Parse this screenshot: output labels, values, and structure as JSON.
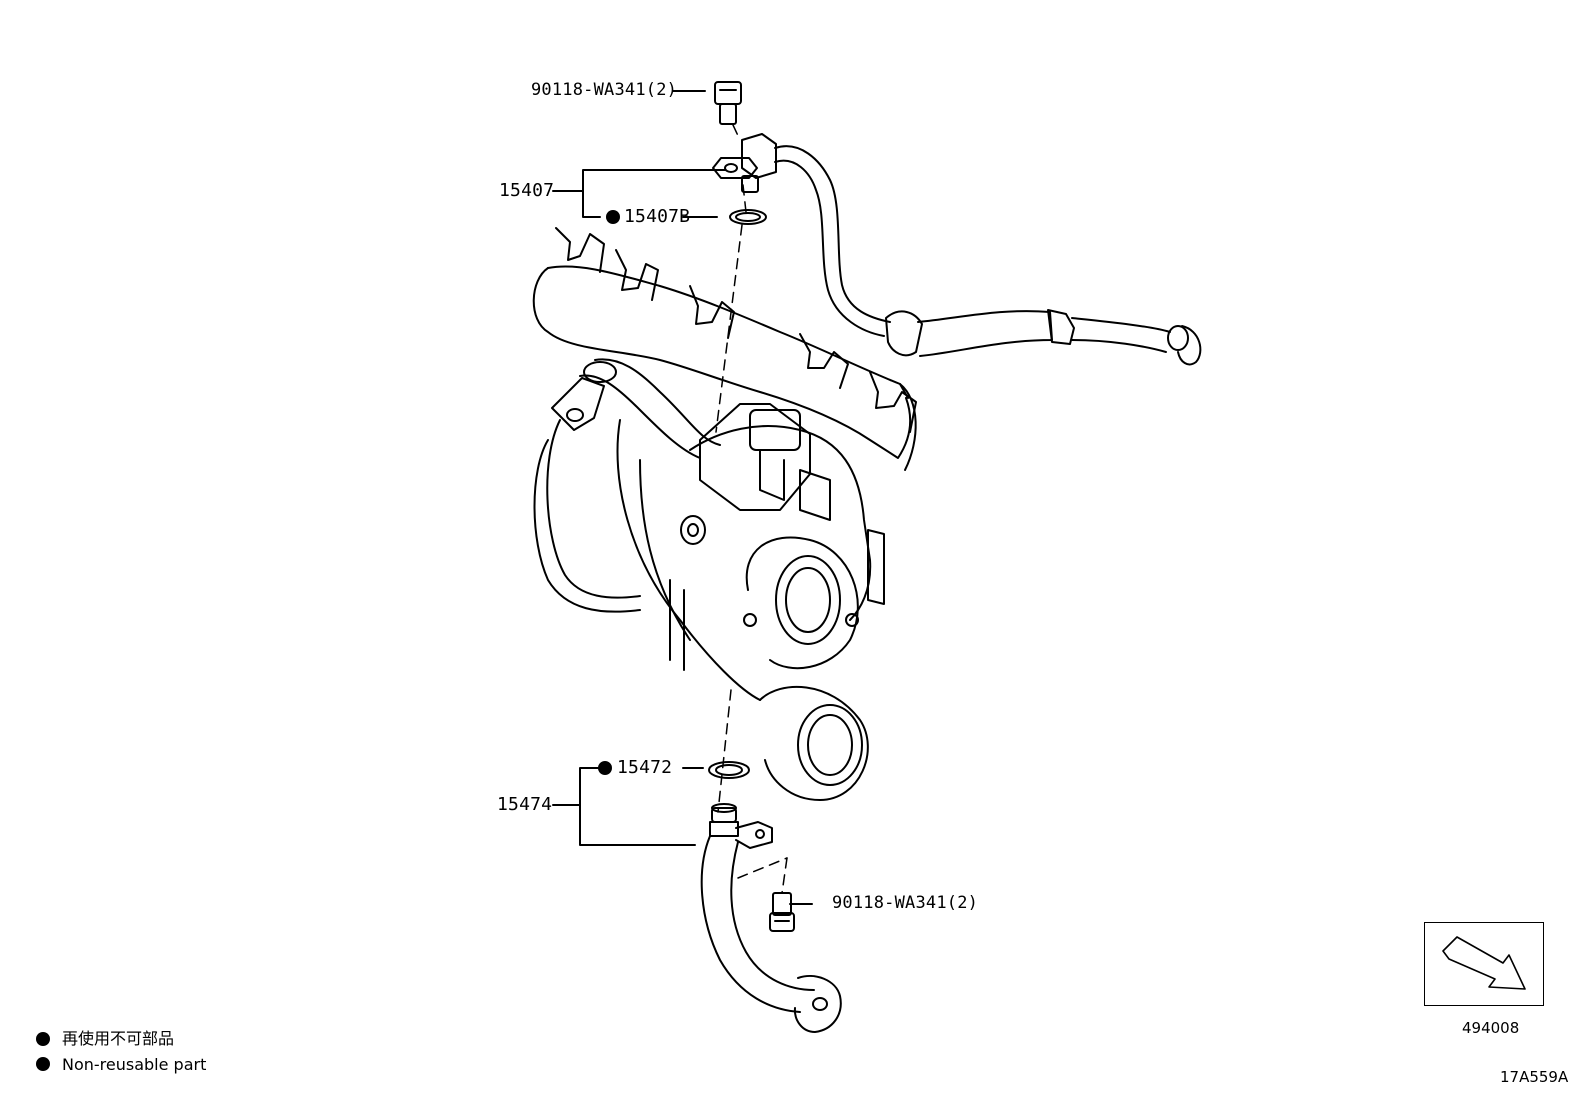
{
  "callouts": {
    "bolt_top": "90118-WA341(2)",
    "pipe_assy_top": "15407",
    "gasket_top": "15407B",
    "gasket_bottom": "15472",
    "pipe_assy_bottom": "15474",
    "bolt_bottom": "90118-WA341(2)"
  },
  "legend": {
    "japanese": "再使用不可部品",
    "english": "Non-reusable part"
  },
  "navigation": {
    "ref_code": "494008",
    "icon": "arrow-right-down-icon"
  },
  "illustration_code": "17A559A",
  "colors": {
    "ink": "#000000",
    "paper": "#ffffff"
  }
}
